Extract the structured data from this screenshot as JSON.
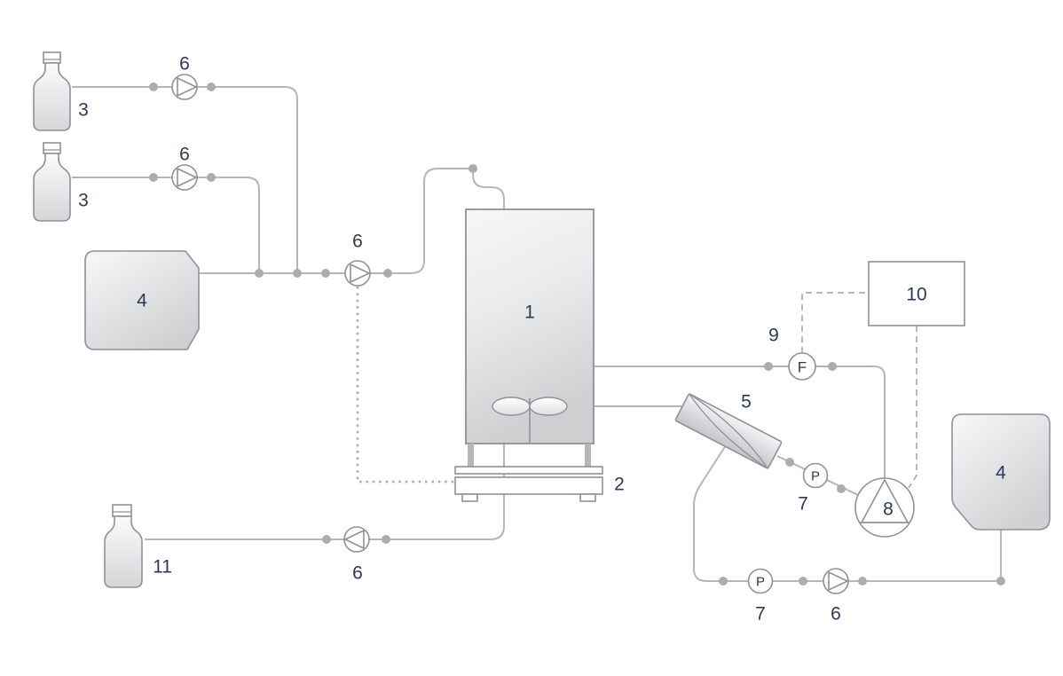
{
  "labels": {
    "vessel": "1",
    "balance": "2",
    "bottle_medium_1": "3",
    "bottle_medium_2": "3",
    "bag_left": "4",
    "bag_right": "4",
    "filter": "5",
    "pump_bottle_1": "6",
    "pump_bottle_2": "6",
    "pump_feed": "6",
    "pump_harvest": "6",
    "pump_transfer": "6",
    "pressure_loop": "7",
    "pressure_line": "7",
    "pump_recirculation": "8",
    "flow_sensor": "9",
    "controller": "10",
    "bottle_harvest": "11",
    "flow_letter": "F",
    "pressure_letter_loop": "P",
    "pressure_letter_line": "P"
  },
  "colors": {
    "line-color": "#b3b6ba",
    "control-color": "#a9adb2",
    "dot-color": "#a9adb2",
    "outline-color": "#8d9298",
    "label-color": "#2d3956",
    "bg-color": "#ffffff"
  }
}
